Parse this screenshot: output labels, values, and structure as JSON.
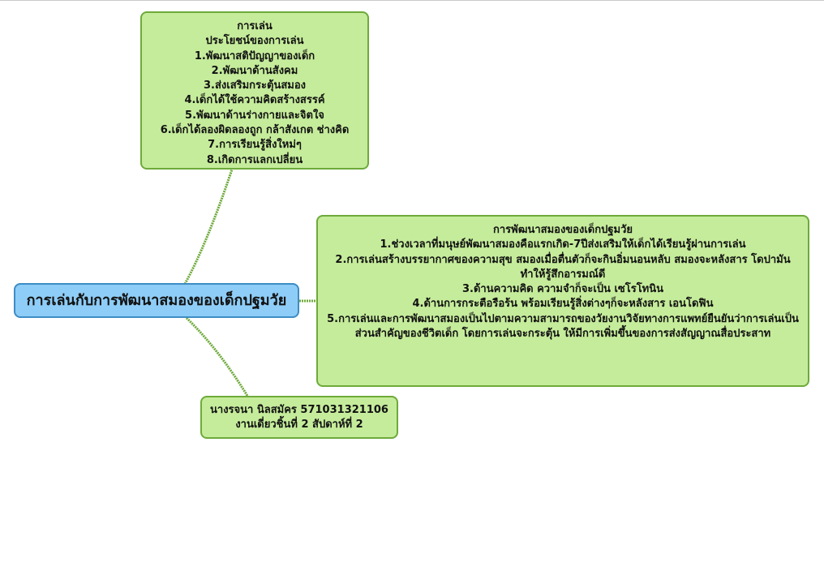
{
  "central_topic": "การเล่นกับการพัฒนาสมองของเด็กปฐมวัย",
  "top_node": {
    "lines": [
      "การเล่น",
      "ประโยชน์ของการเล่น",
      "1.พัฒนาสติปัญญาของเด็ก",
      "2.พัฒนาด้านสังคม",
      "3.ส่งเสริมกระตุ้นสมอง",
      "4.เด็กได้ใช้ความคิดสร้างสรรค์",
      "5.พัฒนาด้านร่างกายและจิตใจ",
      "6.เด็กได้ลองผิดลองถูก กล้าสังเกต ช่างคิด",
      "7.การเรียนรู้สิ่งใหม่ๆ",
      "8.เกิดการแลกเปลี่ยน"
    ]
  },
  "right_node": {
    "lines": [
      "การพัฒนาสมองของเด็กปฐมวัย",
      "1.ช่วงเวลาที่มนุษย์พัฒนาสมองคือแรกเกิด-7ปีส่งเสริมให้เด็กได้เรียนรู้ผ่านการเล่น",
      "2.การเล่นสร้างบรรยากาศของความสุข สมองเมื่อตื่นตัวก็จะกินอิ่มนอนหลับ สมองจะหลังสาร โดปามัน ทำให้รู้สึกอารมณ์ดี",
      "3.ด้านความคิด ความจำก็จะเป็น เซโรโทนิน",
      "4.ด้านการกระตือรือร้น พร้อมเรียนรู้สิ่งต่างๆก็จะหลังสาร เอนโดฟิน",
      "5.การเล่นและการพัฒนาสมองเป็นไปตามความสามารถของวัยงานวิจัยทางการแพทย์ยืนยันว่าการเล่นเป็นส่วนสำคัญของชีวิตเด็ก โดยการเล่นจะกระตุ้น ให้มีการเพิ่มขึ้นของการส่งสัญญาณสื่อประสาท"
    ]
  },
  "bottom_node": {
    "lines": [
      "นางรจนา นิลสมัคร 571031321106",
      "งานเดี่ยวชิ้นที่ 2 สัปดาห์ที่ 2"
    ]
  },
  "colors": {
    "topic_fill": "#8ecdf7",
    "node_fill": "#c5ec9b",
    "connector": "#6eaa3a"
  }
}
